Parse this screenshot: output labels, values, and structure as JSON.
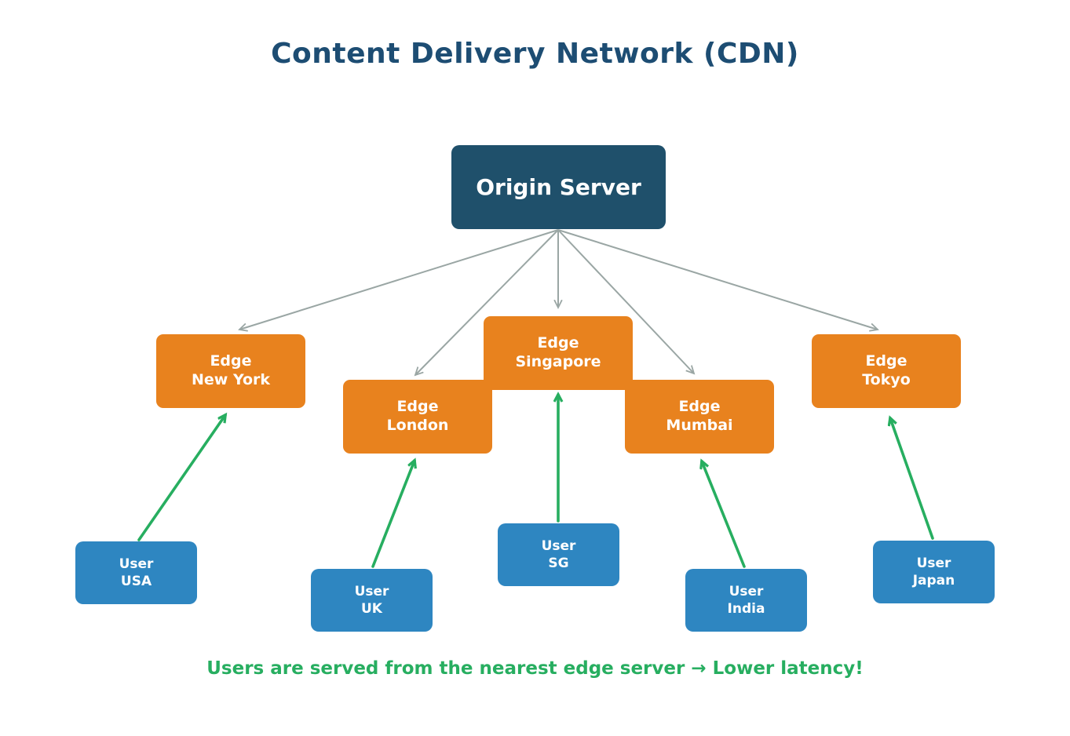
{
  "title": {
    "text": "Content Delivery Network (CDN)"
  },
  "caption": {
    "text": "Users are served from the nearest edge server → Lower latency!"
  },
  "colors": {
    "background": "#ffffff",
    "title_text": "#1d4d73",
    "origin_box": "#1f506b",
    "edge_box": "#e8821e",
    "user_box": "#2e86c1",
    "box_text": "#ffffff",
    "arrow_gray": "#9aa6a4",
    "arrow_green": "#27ae60",
    "caption_text": "#27ae60"
  },
  "nodes": {
    "origin": {
      "id": "origin",
      "label": "Origin Server"
    },
    "edges": [
      {
        "id": "edge-new-york",
        "label": "Edge\nNew York"
      },
      {
        "id": "edge-london",
        "label": "Edge\nLondon"
      },
      {
        "id": "edge-singapore",
        "label": "Edge\nSingapore"
      },
      {
        "id": "edge-mumbai",
        "label": "Edge\nMumbai"
      },
      {
        "id": "edge-tokyo",
        "label": "Edge\nTokyo"
      }
    ],
    "users": [
      {
        "id": "user-usa",
        "label": "User\nUSA"
      },
      {
        "id": "user-uk",
        "label": "User\nUK"
      },
      {
        "id": "user-sg",
        "label": "User\nSG"
      },
      {
        "id": "user-india",
        "label": "User\nIndia"
      },
      {
        "id": "user-japan",
        "label": "User\nJapan"
      }
    ]
  },
  "connections": {
    "origin_to_edges": [
      {
        "from": "origin",
        "to": "edge-new-york"
      },
      {
        "from": "origin",
        "to": "edge-london"
      },
      {
        "from": "origin",
        "to": "edge-singapore"
      },
      {
        "from": "origin",
        "to": "edge-mumbai"
      },
      {
        "from": "origin",
        "to": "edge-tokyo"
      }
    ],
    "users_to_edges": [
      {
        "from": "user-usa",
        "to": "edge-new-york"
      },
      {
        "from": "user-uk",
        "to": "edge-london"
      },
      {
        "from": "user-sg",
        "to": "edge-singapore"
      },
      {
        "from": "user-india",
        "to": "edge-mumbai"
      },
      {
        "from": "user-japan",
        "to": "edge-tokyo"
      }
    ]
  }
}
